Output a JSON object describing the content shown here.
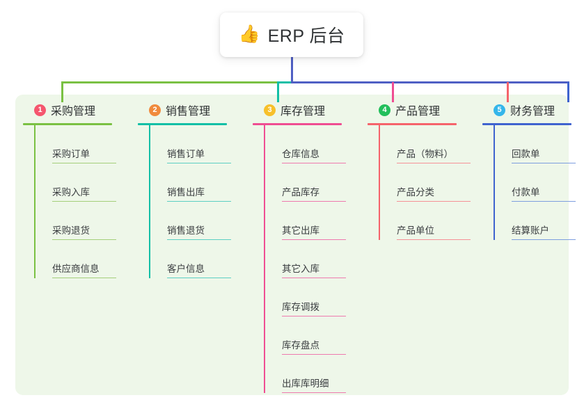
{
  "root": {
    "icon": "thumbs-up-icon",
    "icon_glyph": "👍",
    "title": "ERP 后台"
  },
  "colors": {
    "panel_bg": "#eef7e9",
    "root_stem": "#4f5fc4",
    "bar_green": "#7ac143",
    "bar_teal": "#13bfa6",
    "bar_indigo": "#4f5fc4"
  },
  "columns": [
    {
      "number": "1",
      "label": "采购管理",
      "badge_color": "#f5566e",
      "line_color": "#7ac143",
      "leaf_line_color": "#a4cf7a",
      "items": [
        "采购订单",
        "采购入库",
        "采购退货",
        "供应商信息"
      ]
    },
    {
      "number": "2",
      "label": "销售管理",
      "badge_color": "#f08a3c",
      "line_color": "#13bfa6",
      "leaf_line_color": "#5ccfc2",
      "items": [
        "销售订单",
        "销售出库",
        "销售退货",
        "客户信息"
      ]
    },
    {
      "number": "3",
      "label": "库存管理",
      "badge_color": "#f7c02a",
      "line_color": "#ef4d92",
      "leaf_line_color": "#ee7aae",
      "items": [
        "仓库信息",
        "产品库存",
        "其它出库",
        "其它入库",
        "库存调拨",
        "库存盘点",
        "出库库明细"
      ]
    },
    {
      "number": "4",
      "label": "产品管理",
      "badge_color": "#22bf5b",
      "line_color": "#f5636b",
      "leaf_line_color": "#f59196",
      "items": [
        "产品（物料）",
        "产品分类",
        "产品单位"
      ]
    },
    {
      "number": "5",
      "label": "财务管理",
      "badge_color": "#35b6ea",
      "line_color": "#3f63cf",
      "leaf_line_color": "#7d9ede",
      "items": [
        "回款单",
        "付款单",
        "结算账户"
      ]
    }
  ]
}
